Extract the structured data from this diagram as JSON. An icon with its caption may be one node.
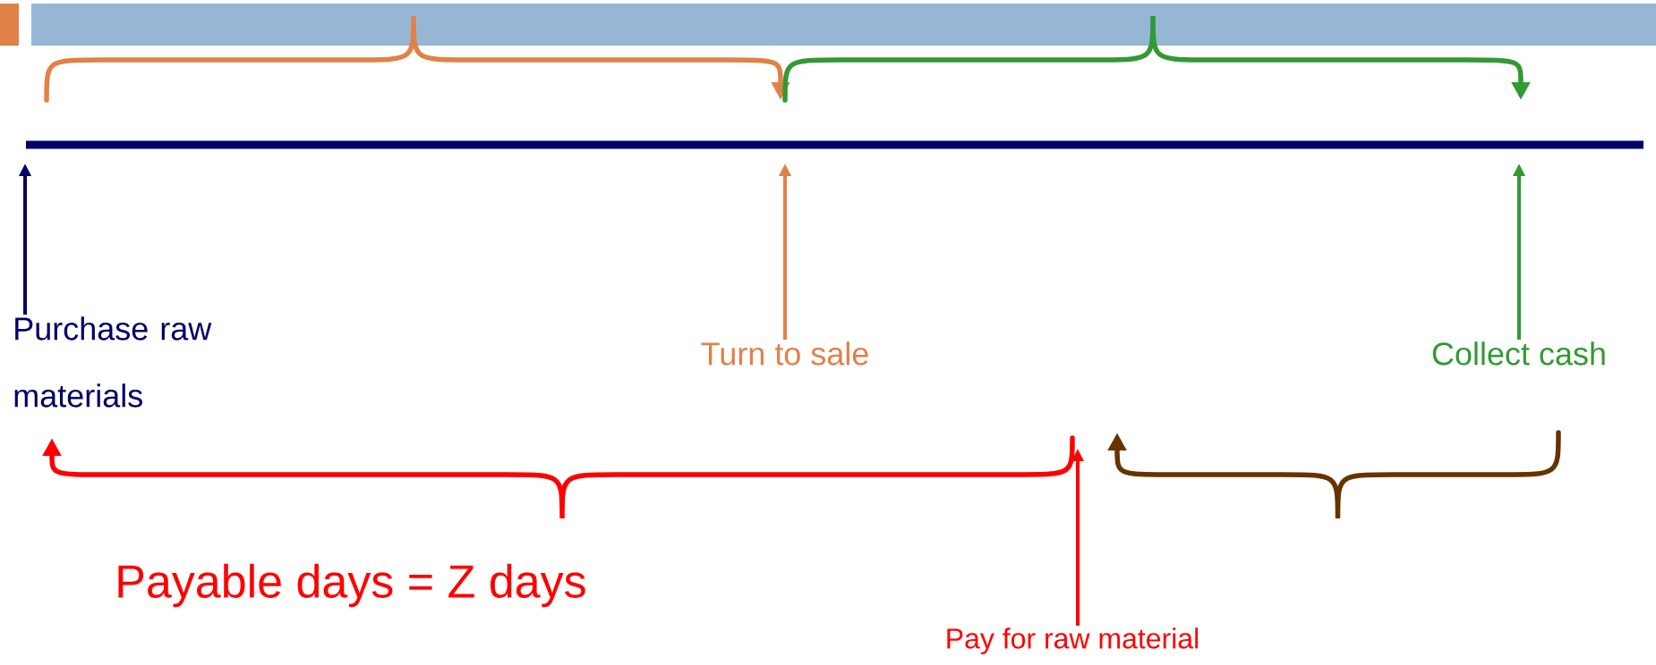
{
  "diagram": {
    "nodes": [
      {
        "text": [
          "Purchase raw materials"
        ]
      },
      {
        "text": [
          "Turn to sale"
        ]
      },
      {
        "text": [
          "Collect cash"
        ]
      },
      {
        "text": [
          "Pay for raw material"
        ]
      }
    ],
    "edges": [
      {
        "from": 0,
        "to": null,
        "arrow": "to",
        "color": "#000066"
      },
      {
        "from": 1,
        "to": null,
        "arrow": "to",
        "color": "#e08149"
      },
      {
        "from": 2,
        "to": null,
        "arrow": "to",
        "color": "#339933"
      },
      {
        "from": 3,
        "to": null,
        "arrow": "to",
        "color": "#ff0000"
      }
    ],
    "labels": [
      "Payable days = Z days"
    ]
  }
}
